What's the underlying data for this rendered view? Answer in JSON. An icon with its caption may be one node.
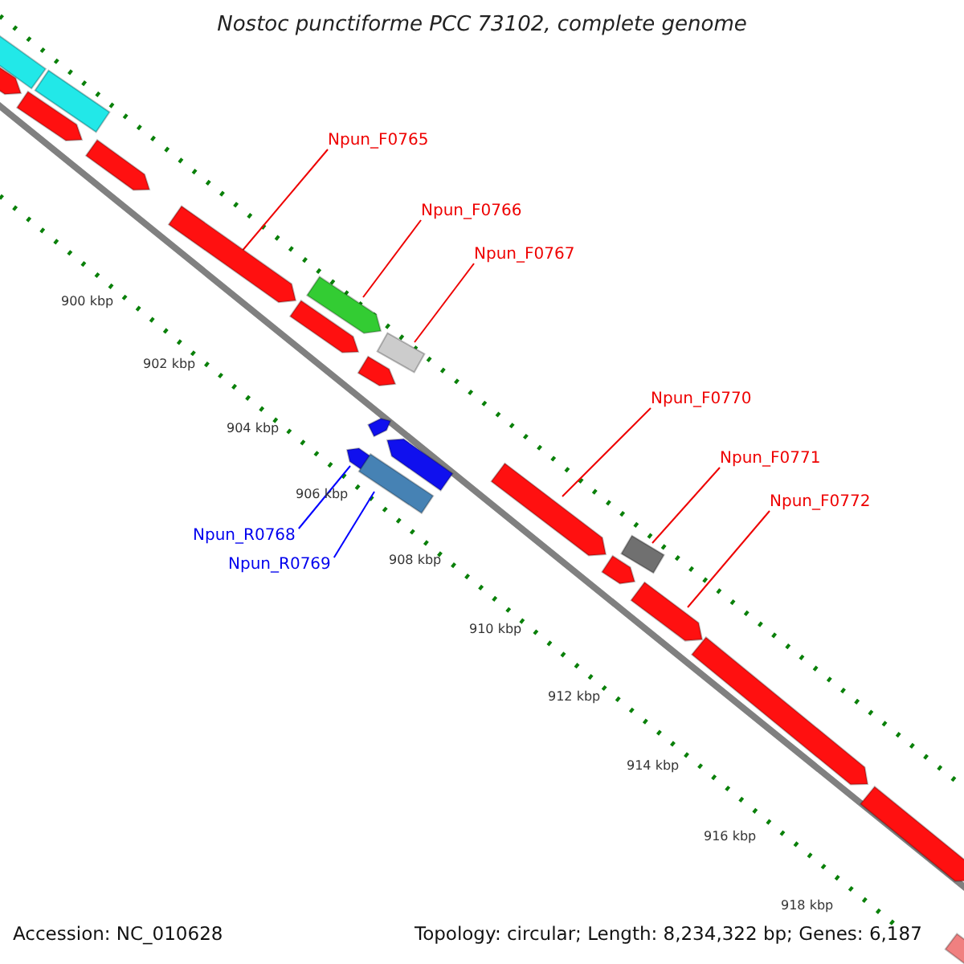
{
  "diagram": {
    "title": "Nostoc punctiforme PCC 73102, complete genome",
    "nodes": [
      {
        "text": [
          "Npun_F0765"
        ]
      },
      {
        "text": [],
        "shape": "pentagon"
      },
      {
        "text": [
          "Npun_F0766"
        ]
      },
      {
        "text": [],
        "shape": "pentagon"
      },
      {
        "text": [
          "Npun_F0767"
        ]
      },
      {
        "text": [],
        "shape": "box"
      },
      {
        "text": [
          "Npun_F0770"
        ]
      },
      {
        "text": [],
        "shape": "pentagon"
      },
      {
        "text": [
          "Npun_F0771"
        ]
      },
      {
        "text": [],
        "shape": "box"
      },
      {
        "text": [
          "Npun_F0772"
        ]
      },
      {
        "text": [],
        "shape": "pentagon"
      },
      {
        "text": [
          "Npun_R0768"
        ]
      },
      {
        "text": [],
        "shape": "pentagon"
      },
      {
        "text": [
          "Npun_R0769"
        ]
      },
      {
        "text": [],
        "shape": "box"
      },
      {
        "text": [],
        "shape": "box"
      },
      {
        "text": [],
        "shape": "box"
      },
      {
        "text": [],
        "shape": "pentagon"
      },
      {
        "text": [],
        "shape": "pentagon"
      },
      {
        "text": [],
        "shape": "pentagon"
      },
      {
        "text": [],
        "shape": "pentagon"
      },
      {
        "text": [],
        "shape": "pentagon"
      },
      {
        "text": [],
        "shape": "pentagon"
      },
      {
        "text": [],
        "shape": "pentagon"
      },
      {
        "text": [],
        "shape": "pentagon"
      },
      {
        "text": [],
        "shape": "pentagon"
      },
      {
        "text": [],
        "shape": "pentagon"
      },
      {
        "text": [],
        "shape": "box"
      }
    ],
    "edges": [
      {
        "from": 0,
        "to": 1,
        "arrow": "none"
      },
      {
        "from": 2,
        "to": 3,
        "arrow": "none"
      },
      {
        "from": 4,
        "to": 5,
        "arrow": "none"
      },
      {
        "from": 6,
        "to": 7,
        "arrow": "none"
      },
      {
        "from": 8,
        "to": 9,
        "arrow": "none"
      },
      {
        "from": 10,
        "to": 11,
        "arrow": "none"
      },
      {
        "from": 12,
        "to": 13,
        "arrow": "none",
        "color": "#0000ff"
      },
      {
        "from": 14,
        "to": 15,
        "arrow": "none",
        "color": "#0000ff"
      }
    ],
    "labels": [
      "900 kbp",
      "902 kbp",
      "904 kbp",
      "906 kbp",
      "908 kbp",
      "910 kbp",
      "912 kbp",
      "914 kbp",
      "916 kbp",
      "918 kbp",
      "Accession: NC_010628",
      "Topology: circular; Length: 8,234,322 bp; Genes: 6,187"
    ]
  }
}
